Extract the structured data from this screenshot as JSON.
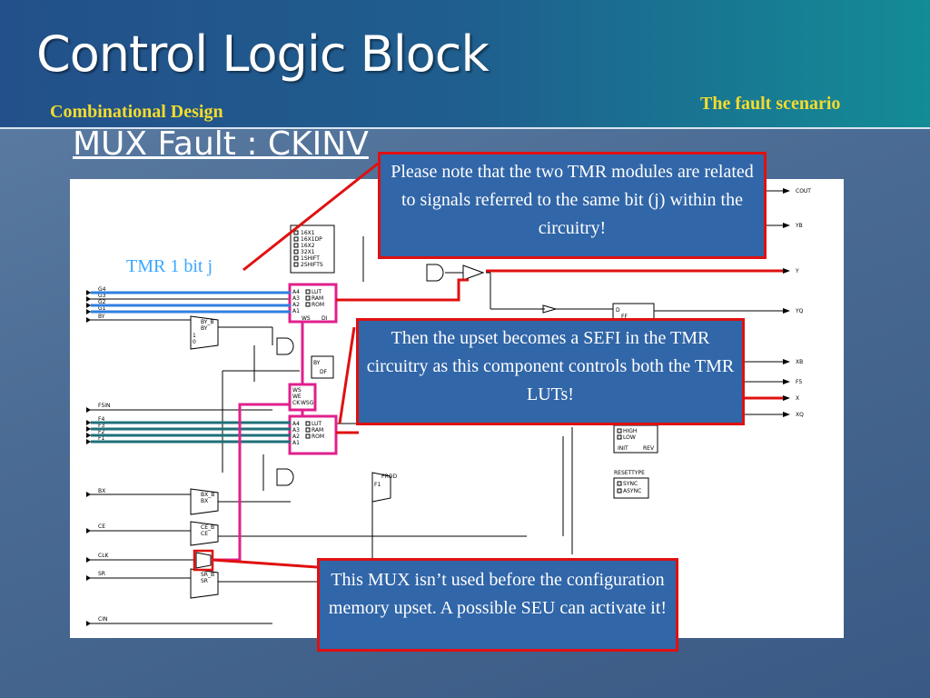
{
  "header": {
    "title": "Control Logic Block",
    "subtitle_left": "Combinational Design",
    "subtitle_right": "The fault scenario"
  },
  "section_title": "MUX Fault : CKINV",
  "annotation": {
    "tmr_label": "TMR 1 bit j"
  },
  "callouts": [
    "Please note that the two TMR modules are related to signals referred to the same bit (j) within the circuitry!",
    "Then the upset becomes a SEFI in the TMR circuitry as this component controls both the TMR LUTs!",
    "This MUX isn’t used before the configuration memory upset. A possible SEU can activate it!"
  ],
  "diagram": {
    "inputs": [
      "G4",
      "G3",
      "G2",
      "G1",
      "BY",
      "F5IN",
      "F4",
      "F3",
      "F2",
      "F1",
      "BX",
      "CE",
      "CLK",
      "SR",
      "CIN"
    ],
    "outputs": [
      "COUT",
      "YB",
      "Y",
      "YQ",
      "XB",
      "F5",
      "X",
      "XQ"
    ],
    "mode_options_top": [
      "16X1",
      "16X1DP",
      "16X2",
      "32X1",
      "1SHIFT",
      "2SHIFTS"
    ],
    "lut_labels": [
      "LUT",
      "RAM",
      "ROM"
    ],
    "lut_pins_top": [
      "A4",
      "A3",
      "A2",
      "A1",
      "WS",
      "DI"
    ],
    "lut_pins_bottom": [
      "A4",
      "A3",
      "A2",
      "A1"
    ],
    "ws_block": [
      "WS",
      "WE",
      "CK",
      "WSG"
    ],
    "mux_pins": [
      "BY_B",
      "BY",
      "1",
      "0"
    ],
    "bx_mux": [
      "BX_B",
      "BX"
    ],
    "ce_mux": [
      "CE_B",
      "CE"
    ],
    "sr_mux": [
      "SR_B",
      "SR"
    ],
    "dff_labels": [
      "D",
      "FF"
    ],
    "bdf_labels": [
      "BY",
      "DF"
    ],
    "init_labels": [
      "HIGH",
      "LOW",
      "INIT",
      "REV"
    ],
    "reset_type": {
      "title": "RESETTYPE",
      "options": [
        "SYNC",
        "ASYNC"
      ]
    },
    "prod_label": "PROD",
    "f1_label": "F1",
    "accent_red": "#e01010",
    "accent_magenta": "#e0208c",
    "accent_blue": "#2f7fe0",
    "accent_teal": "#1f6f78"
  }
}
